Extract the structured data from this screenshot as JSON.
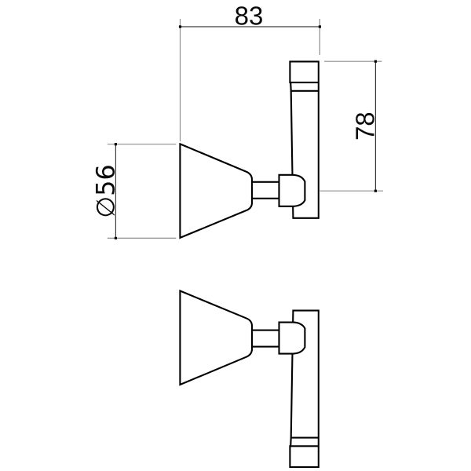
{
  "drawing": {
    "type": "technical-dimension-drawing",
    "subject": "wall tap lever handle with conical flange, two side views (lever up and lever down)",
    "background_color": "#ffffff",
    "outline_color": "#000000",
    "dimension_line_color": "#3f3f3f",
    "extension_line_color": "#8f8f8f",
    "text_color": "#0a0a0a",
    "dimensions": {
      "width": {
        "label": "83",
        "value": 83
      },
      "height": {
        "label": "78",
        "value": 78
      },
      "diameter": {
        "label": "∅56",
        "value": 56
      }
    }
  }
}
